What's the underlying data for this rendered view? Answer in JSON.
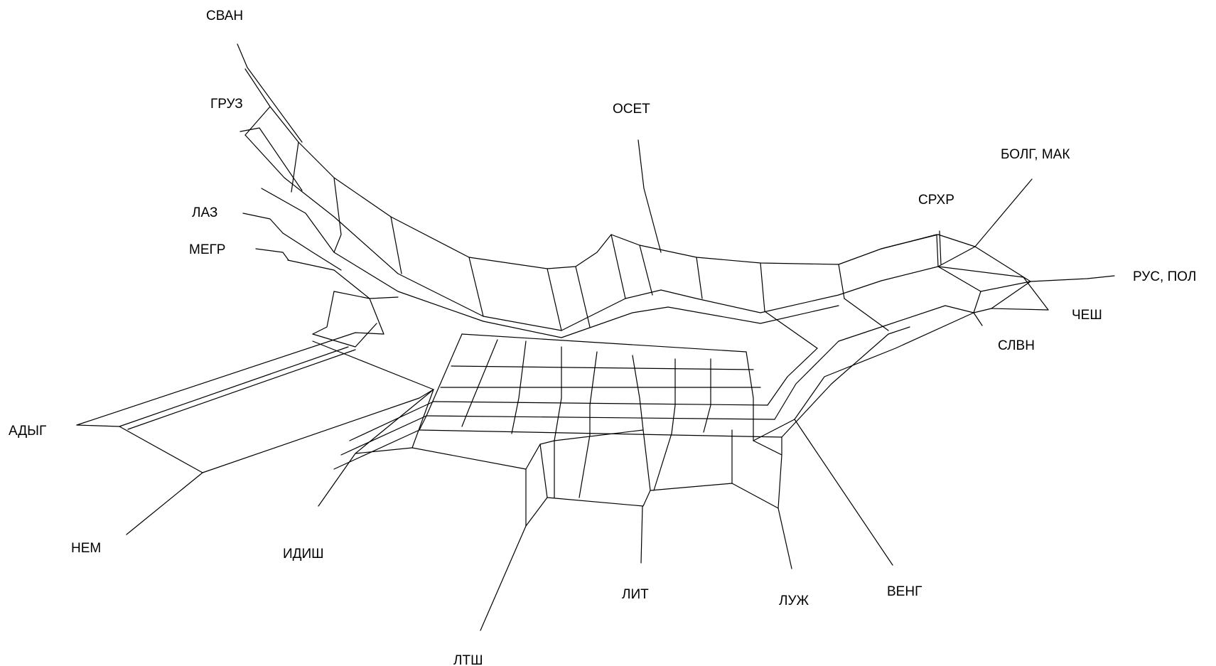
{
  "diagram": {
    "type": "phylogenetic-network",
    "line_color": "#000000",
    "background": "#ffffff",
    "taxa": [
      {
        "id": "svan",
        "label": "СВАН"
      },
      {
        "id": "gruz",
        "label": "ГРУЗ"
      },
      {
        "id": "laz",
        "label": "ЛАЗ"
      },
      {
        "id": "megr",
        "label": "МЕГР"
      },
      {
        "id": "adyg",
        "label": "АДЫГ"
      },
      {
        "id": "nem",
        "label": "НЕМ"
      },
      {
        "id": "idish",
        "label": "ИДИШ"
      },
      {
        "id": "ltsh",
        "label": "ЛТШ"
      },
      {
        "id": "lit",
        "label": "ЛИТ"
      },
      {
        "id": "luzh",
        "label": "ЛУЖ"
      },
      {
        "id": "veng",
        "label": "ВЕНГ"
      },
      {
        "id": "slvn",
        "label": "СЛВН"
      },
      {
        "id": "chesh",
        "label": "ЧЕШ"
      },
      {
        "id": "rus_pol",
        "label": "РУС, ПОЛ"
      },
      {
        "id": "bolg_mak",
        "label": "БОЛГ, МАК"
      },
      {
        "id": "srhr",
        "label": "СРХР"
      },
      {
        "id": "oset",
        "label": "ОСЕТ"
      }
    ]
  }
}
